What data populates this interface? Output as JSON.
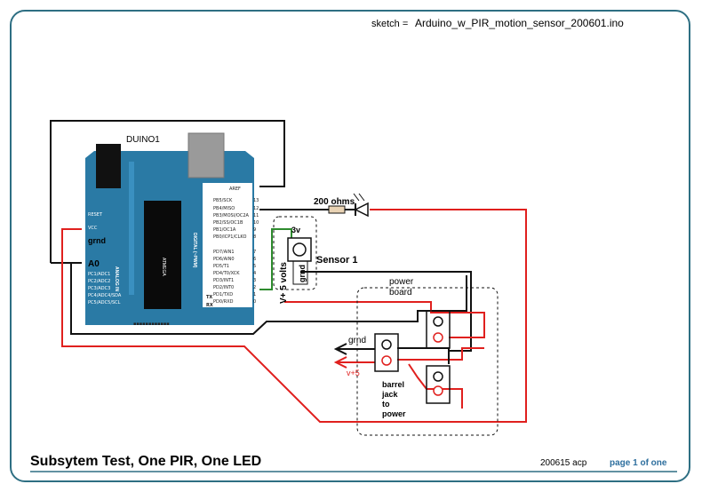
{
  "sketch_label": "sketch =",
  "sketch_name": "Arduino_w_PIR_motion_sensor_200601.ino",
  "board_name": "DUINO1",
  "board_left_labels": [
    "RESET",
    "VCC",
    "grnd",
    "A0",
    "PC1/ADC1",
    "PC2/ADC2",
    "PC3/ADC3",
    "PC4/ADC4/SDA",
    "PC5/ADC5/SCL"
  ],
  "analog_in_label": "ANALOG IN",
  "digital_label": "DIGITAL (~PWM)",
  "aref_label": "AREF",
  "right_pin_labels": [
    "PB5/SCK",
    "PB4/MISO",
    "PB3/MOSI/OC2A",
    "PB2/SS/OC1B",
    "PB1/OC1A",
    "PB0/ICP1/CLKO",
    "PD7/AIN1",
    "PD6/AIN0",
    "PD5/T1",
    "PD4/T0/XCK",
    "PD3/INT1",
    "PD2/INT0",
    "PD1/TXD",
    "PD0/RXD"
  ],
  "right_pin_numbers": [
    "13",
    "12",
    "11",
    "10",
    "9",
    "8",
    "7",
    "6",
    "5",
    "4",
    "3",
    "2",
    "1",
    "0"
  ],
  "tx_label": "TX",
  "rx_label": "RX",
  "resistor_label": "200 ohms",
  "sensor_label": "Sensor 1",
  "sensor_3v_label": "3v",
  "sensor_grnd_label": "grnd",
  "v5_label": "V+ 5 volts",
  "power_board_label": "power board",
  "grnd_label": "grnd",
  "vplus_label": "v+5",
  "barrel_jack_label": "barrel jack to power",
  "title": "Subsytem Test, One PIR, One LED",
  "date_label": "200615 acp",
  "page_label": "page 1 of one",
  "colors": {
    "frame": "#2e6f83",
    "board": "#2a7aa5",
    "wire_black": "#111111",
    "wire_red": "#e0201e",
    "wire_green": "#2e8b2e",
    "page_label": "#2e6f9e"
  }
}
